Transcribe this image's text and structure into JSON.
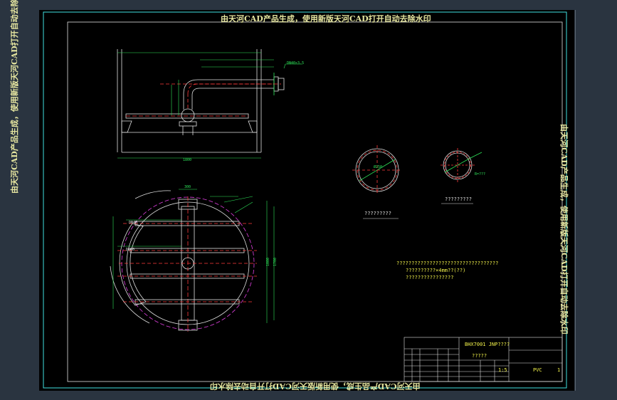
{
  "watermark": {
    "top": "由天河CAD产品生成，使用新版天河CAD打开自动去除水印",
    "bottom": "由天河CAD产品生成，使用新版天河CAD打开自动去除水印",
    "left": "由天河CAD产品生成，使用新版天河CAD打开自动去除水印",
    "right": "由天河CAD产品生成，使用新版天河CAD打开自动去除水印"
  },
  "colors": {
    "background": "#000000",
    "frame": "#40e0e0",
    "drawing": "#e0e0e0",
    "dimension": "#2ee65a",
    "accent": "#ff3b3b",
    "hidden": "#e040e0",
    "text": "#f2f24a"
  },
  "labels": {
    "section_a_caption": "?????????",
    "section_b_caption": "?????????",
    "note_line1": "??????????????????????????????????",
    "note_line2": "??????????×4mm??(??)",
    "note_line3": "????????????????",
    "tb_drawing_no": "BHX7001 JNP????",
    "tb_name": "?????",
    "tb_scale": "1:5",
    "tb_material": "PVC",
    "tb_sheet": "1"
  }
}
